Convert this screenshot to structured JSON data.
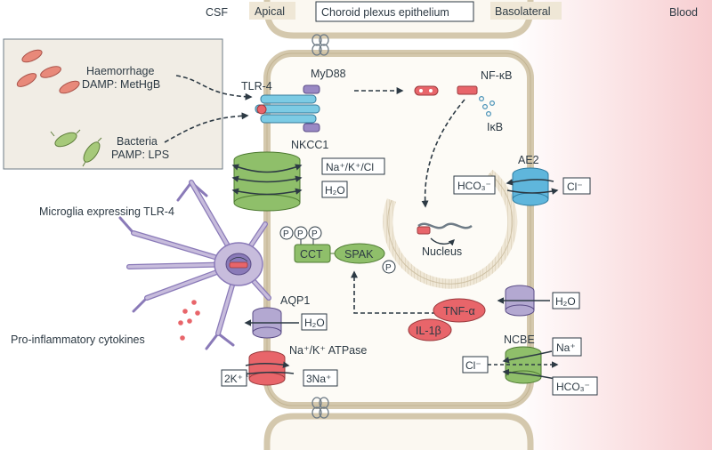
{
  "header": {
    "csf": "CSF",
    "apical": "Apical",
    "title": "Choroid plexus epithelium",
    "basolateral": "Basolateral",
    "blood": "Blood"
  },
  "triggers": {
    "haemorrhage": "Haemorrhage",
    "damp": "DAMP: MetHgB",
    "bacteria": "Bacteria",
    "pamp": "PAMP: LPS"
  },
  "receptors": {
    "tlr4": "TLR-4",
    "myd88": "MyD88",
    "nfkb": "NF-κB",
    "ikb": "IκB",
    "nucleus": "Nucleus"
  },
  "transporters": {
    "nkcc1": "NKCC1",
    "nkcc1_ions": "Na⁺/K⁺/Cl",
    "nkcc1_water": "H₂O",
    "ae2": "AE2",
    "ae2_hco3": "HCO₃⁻",
    "ae2_cl": "Cl⁻",
    "aqp1": "AQP1",
    "aqp1_water": "H₂O",
    "atpase": "Na⁺/K⁺ ATPase",
    "atpase_k": "2K⁺",
    "atpase_na": "3Na⁺",
    "baso_water": "H₂O",
    "ncbe": "NCBE",
    "ncbe_na": "Na⁺",
    "ncbe_cl": "Cl⁻",
    "ncbe_hco3": "HCO₃⁻"
  },
  "kinases": {
    "p": "P",
    "cct": "CCT",
    "spak": "SPAK"
  },
  "cytokines": {
    "tnf": "TNF-α",
    "il1b": "IL-1β"
  },
  "microglia": {
    "label": "Microglia expressing TLR-4",
    "cytokines_label": "Pro-inflammatory cytokines"
  },
  "colors": {
    "blood_gradient": "#f9d6d8",
    "membrane": "#e9e0cc",
    "green_transporter": "#8fbf6a",
    "blue_transporter": "#5fb6dc",
    "purple_transporter": "#b3a8d1",
    "red_transporter": "#e8656a",
    "microglia": "#c7bcdc"
  }
}
